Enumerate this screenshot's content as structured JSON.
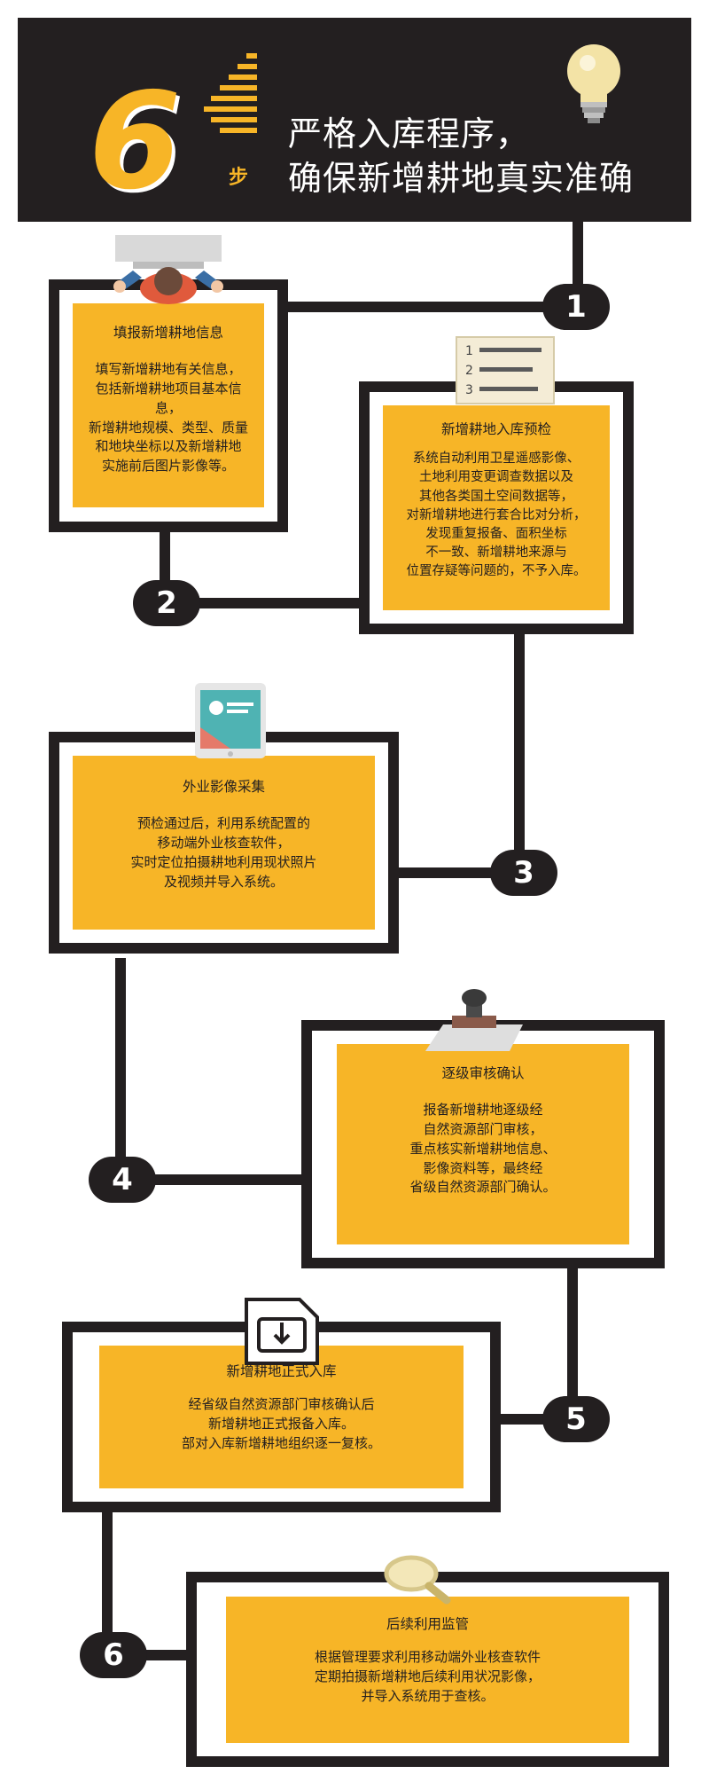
{
  "header": {
    "number": "6",
    "step_char": "步",
    "title_line1": "严格入库程序，",
    "title_line2": "确保新增耕地真实准确"
  },
  "steps": [
    {
      "number": "1",
      "title": "填报新增耕地信息",
      "body": "填写新增耕地有关信息，\n包括新增耕地项目基本信息，\n新增耕地规模、类型、质量\n和地块坐标以及新增耕地\n实施前后图片影像等。",
      "icon": "person-at-desk-icon"
    },
    {
      "number": "2",
      "title": "新增耕地入库预检",
      "body": "系统自动利用卫星遥感影像、\n土地利用变更调查数据以及\n其他各类国土空间数据等，\n对新增耕地进行套合比对分析，\n发现重复报备、面积坐标\n不一致、新增耕地来源与\n位置存疑等问题的，不予入库。",
      "icon": "checklist-icon"
    },
    {
      "number": "3",
      "title": "外业影像采集",
      "body": "预检通过后，利用系统配置的\n移动端外业核查软件，\n实时定位拍摄耕地利用现状照片\n及视频并导入系统。",
      "icon": "tablet-icon"
    },
    {
      "number": "4",
      "title": "逐级审核确认",
      "body": "报备新增耕地逐级经\n自然资源部门审核，\n重点核实新增耕地信息、\n影像资料等，最终经\n省级自然资源部门确认。",
      "icon": "stamp-icon"
    },
    {
      "number": "5",
      "title": "新增耕地正式入库",
      "body": "经省级自然资源部门审核确认后\n新增耕地正式报备入库。\n部对入库新增耕地组织逐一复核。",
      "icon": "download-file-icon"
    },
    {
      "number": "6",
      "title": "后续利用监管",
      "body": "根据管理要求利用移动端外业核查软件\n定期拍摄新增耕地后续利用状况影像，\n并导入系统用于查核。",
      "icon": "magnifier-icon"
    }
  ],
  "colors": {
    "dark": "#231f20",
    "yellow": "#f7b527",
    "white": "#ffffff"
  }
}
